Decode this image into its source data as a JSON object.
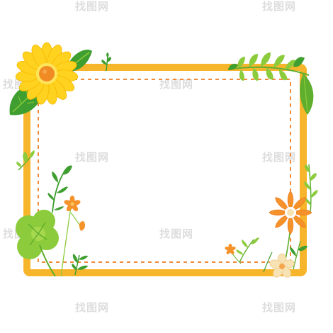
{
  "watermark": {
    "text": "找图网"
  },
  "colors": {
    "frame": "#F7B52B",
    "dash": "#F08B3C",
    "leaf_dark": "#3E9E2F",
    "leaf_light": "#8CCB3B",
    "flower_yellow": "#FFD21F",
    "flower_center": "#F08B24",
    "flower_orange": "#F5922A",
    "flower_pale": "#F7E2B3"
  },
  "decorations": {
    "top_left": "sunflower-with-leaves",
    "top_right": "fern-branch",
    "bottom_left": "clover-and-sprigs",
    "bottom_right": "orange-flower-and-sprigs"
  }
}
